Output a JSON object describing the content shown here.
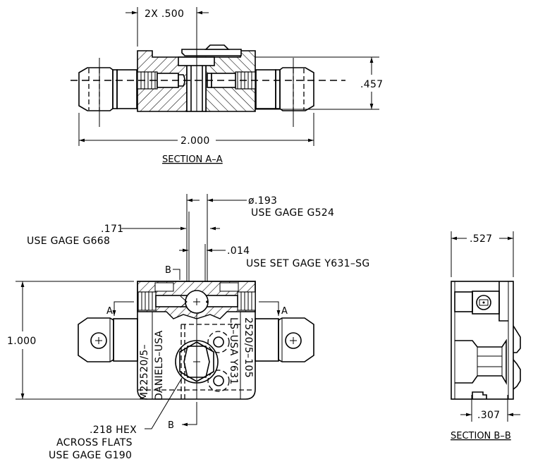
{
  "drawing": {
    "views": [
      {
        "id": "section-a-a",
        "title": "SECTION A–A"
      },
      {
        "id": "front-view",
        "title": ""
      },
      {
        "id": "section-b-b",
        "title": "SECTION B–B"
      }
    ],
    "section_a_a": {
      "title": "SECTION A–A",
      "dim_pitch": "2X .500",
      "dim_height": ".457",
      "dim_length": "2.000"
    },
    "front_view": {
      "dim_bore": "ø.193",
      "dim_bore_note": "USE GAGE G524",
      "dim_slot": ".171",
      "dim_slot_note": "USE GAGE G668",
      "dim_set": ".014",
      "dim_set_note": "USE SET GAGE Y631–SG",
      "dim_height": "1.000",
      "hex_line1": ".218 HEX",
      "hex_line2": "ACROSS FLATS",
      "hex_line3": "USE GAGE G190",
      "section_a_label": "A",
      "section_b_label": "B",
      "engraving_left_1": "M22520/5–",
      "engraving_left_2": "DANIELS–USA",
      "engraving_right_1": "LS–USA  Y631",
      "engraving_right_2": "2520/5–105"
    },
    "section_b_b": {
      "title": "SECTION B–B",
      "dim_width": ".527",
      "dim_inner": ".307"
    }
  }
}
